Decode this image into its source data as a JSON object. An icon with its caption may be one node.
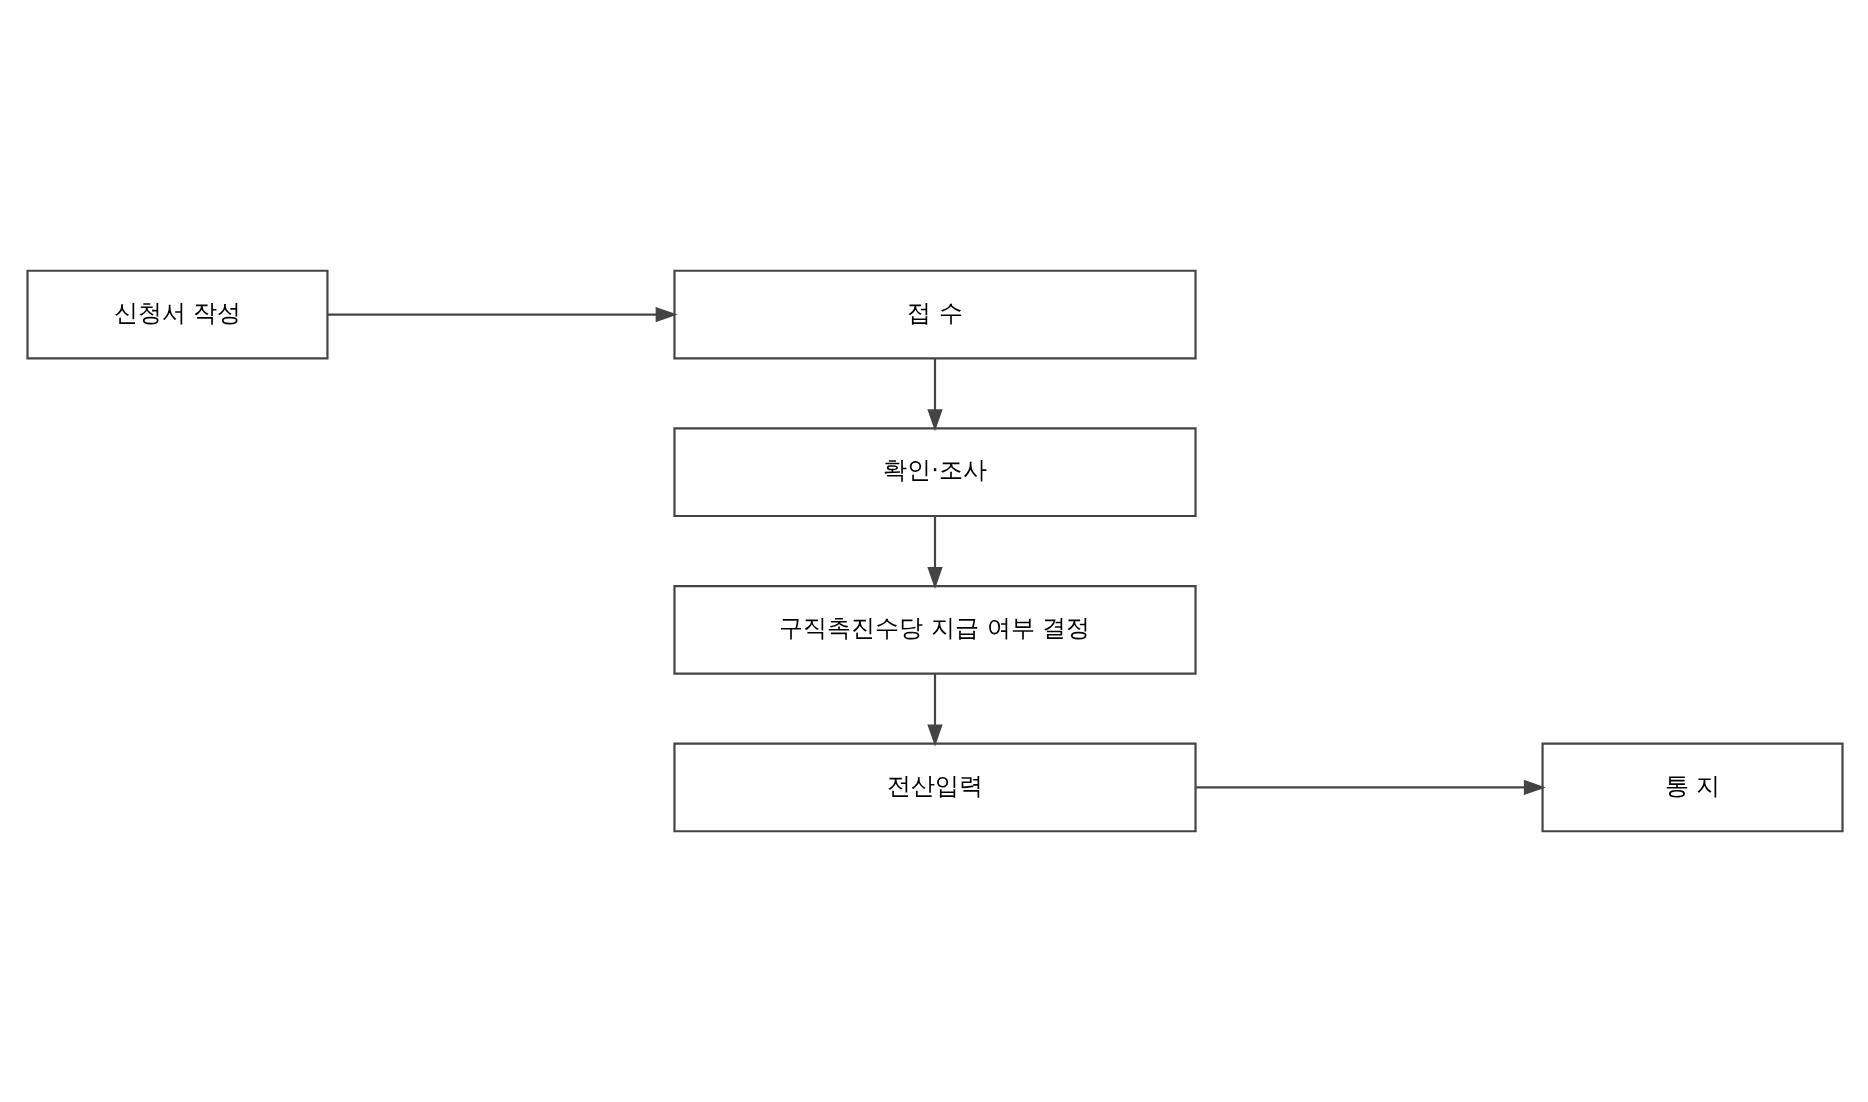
{
  "diagram": {
    "nodes": [
      {
        "text": [
          "신청서 작성"
        ]
      },
      {
        "text": [
          "접 수"
        ]
      },
      {
        "text": [
          "확인·조사"
        ]
      },
      {
        "text": [
          "구직촉진수당 지급 여부 결정"
        ]
      },
      {
        "text": [
          "전산입력"
        ]
      },
      {
        "text": [
          "통 지"
        ]
      }
    ],
    "edges": [
      {
        "from": 0,
        "to": 1,
        "arrow": "to"
      },
      {
        "from": 1,
        "to": 2,
        "arrow": "to"
      },
      {
        "from": 2,
        "to": 3,
        "arrow": "to"
      },
      {
        "from": 3,
        "to": 4,
        "arrow": "to"
      },
      {
        "from": 4,
        "to": 5,
        "arrow": "to"
      }
    ]
  }
}
